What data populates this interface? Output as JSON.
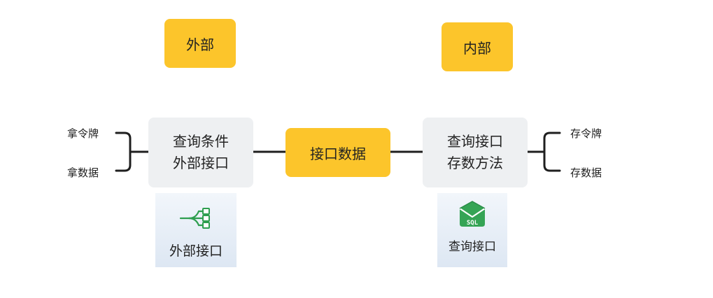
{
  "headers": {
    "left": "外部",
    "right": "内部"
  },
  "left_branch": {
    "top": "拿令牌",
    "bottom": "拿数据"
  },
  "right_branch": {
    "top": "存令牌",
    "bottom": "存数据"
  },
  "left_node": {
    "line1": "查询条件",
    "line2": "外部接口"
  },
  "center_node": "接口数据",
  "right_node": {
    "line1": "查询接口",
    "line2": "存数方法"
  },
  "left_card": {
    "icon": "branch-connector-icon",
    "label": "外部接口"
  },
  "right_card": {
    "icon": "sql-box-icon",
    "icon_text": "SQL",
    "label": "查询接口"
  },
  "colors": {
    "yellow": "#fcc52b",
    "node_grey": "#eef0f2",
    "line": "#1f1f1f",
    "icon_green": "#2e9e4f"
  }
}
